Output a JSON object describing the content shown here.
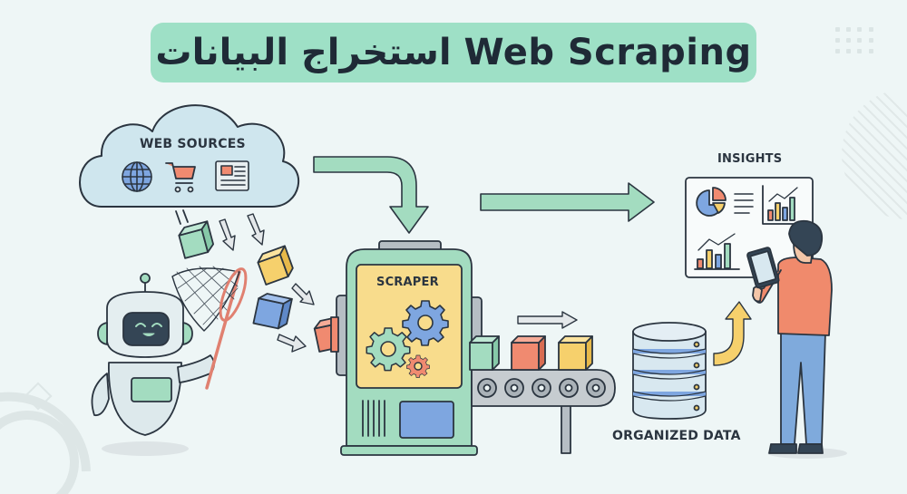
{
  "title": "استخراج البيانات Web Scraping",
  "labels": {
    "web_sources": "WEB SOURCES",
    "scraper": "SCRAPER",
    "insights": "INSIGHTS",
    "organized_data": "ORGANIZED DATA"
  },
  "icons": {
    "cloud_icons": [
      "globe-icon",
      "shopping-cart-icon",
      "newspaper-icon"
    ],
    "scraper_icons": [
      "gear-icon",
      "gear-icon",
      "gear-icon"
    ],
    "insights_icons": [
      "pie-chart-icon",
      "text-lines-icon",
      "bar-chart-icon",
      "trend-bar-chart-icon"
    ]
  },
  "colors": {
    "background": "#eef6f6",
    "accent_green": "#9ee0c6",
    "machine_green": "#a3dcc0",
    "panel_yellow": "#f8dc8c",
    "block_blue": "#7ea6e0",
    "block_red": "#f08a70",
    "block_yellow": "#f6d06c",
    "outline": "#2b3540",
    "person_shirt": "#f08a6c",
    "person_pants": "#7faadc"
  }
}
